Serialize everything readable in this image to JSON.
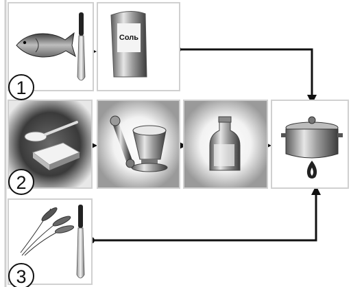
{
  "rows": [
    {
      "number": "1",
      "items": [
        "fish-with-knife",
        "salt-pack"
      ]
    },
    {
      "number": "2",
      "items": [
        "spoon-and-bar",
        "mortar-and-pestle",
        "milk-bottle"
      ]
    },
    {
      "number": "3",
      "items": [
        "grain-ears-with-knife"
      ]
    }
  ],
  "salt_label": "Соль",
  "target": "cooking-pot-on-fire",
  "colors": {
    "frame": "#cfcfcf",
    "line": "#111111",
    "background": "#ffffff"
  }
}
